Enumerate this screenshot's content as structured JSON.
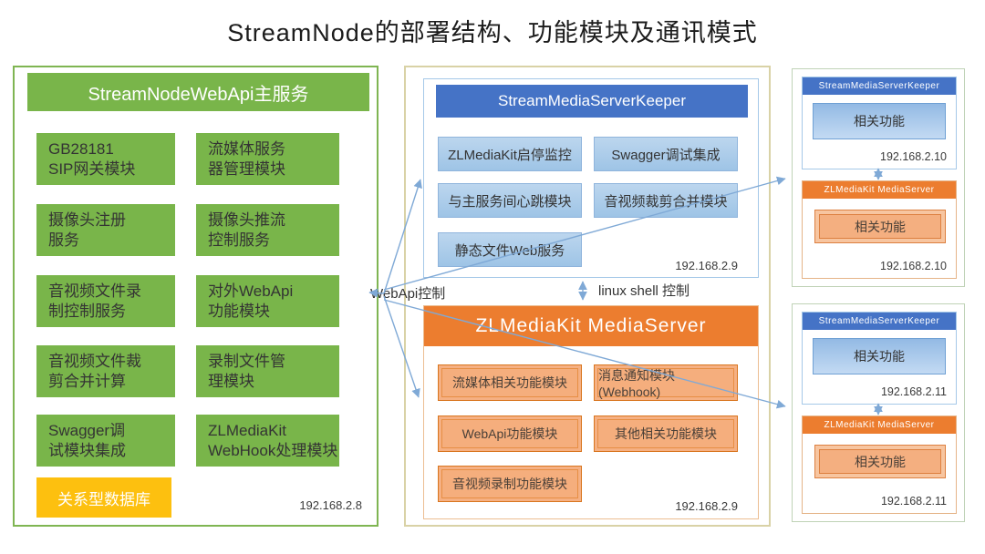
{
  "title": "StreamNode的部署结构、功能模块及通讯模式",
  "colors": {
    "green": "#79b54a",
    "yellow": "#fdc00f",
    "blue_header": "#4573c6",
    "blue_module": "#a9cbea",
    "orange_header": "#ec7d2f",
    "orange_module": "#f5ae7d",
    "arrow": "#7fa9d6"
  },
  "left_panel": {
    "title": "StreamNodeWebApi主服务",
    "modules": [
      "GB28181\nSIP网关模块",
      "流媒体服务\n器管理模块",
      "摄像头注册\n服务",
      "摄像头推流\n控制服务",
      "音视频文件录\n制控制服务",
      "对外WebApi\n功能模块",
      "音视频文件裁\n剪合并计算",
      "录制文件管\n理模块",
      "Swagger调\n试模块集成",
      "ZLMediaKit\nWebHook处理模块"
    ],
    "database": "关系型数据库",
    "ip": "192.168.2.8"
  },
  "middle_panel": {
    "keeper": {
      "title": "StreamMediaServerKeeper",
      "modules": [
        "ZLMediaKit启停监控",
        "Swagger调试集成",
        "与主服务间心跳模块",
        "音视频裁剪合并模块",
        "静态文件Web服务"
      ],
      "ip": "192.168.2.9"
    },
    "media": {
      "title": "ZLMediaKit MediaServer",
      "modules": [
        "流媒体相关功能模块",
        "消息通知模块(Webhook)",
        "WebApi功能模块",
        "其他相关功能模块",
        "音视频录制功能模块"
      ],
      "ip": "192.168.2.9"
    }
  },
  "labels": {
    "webapi": "WebApi控制",
    "shell": "linux shell 控制"
  },
  "remote_nodes": [
    {
      "keeper_title": "StreamMediaServerKeeper",
      "keeper_func": "相关功能",
      "keeper_ip": "192.168.2.10",
      "media_title": "ZLMediaKit MediaServer",
      "media_func": "相关功能",
      "media_ip": "192.168.2.10"
    },
    {
      "keeper_title": "StreamMediaServerKeeper",
      "keeper_func": "相关功能",
      "keeper_ip": "192.168.2.11",
      "media_title": "ZLMediaKit MediaServer",
      "media_func": "相关功能",
      "media_ip": "192.168.2.11"
    }
  ]
}
